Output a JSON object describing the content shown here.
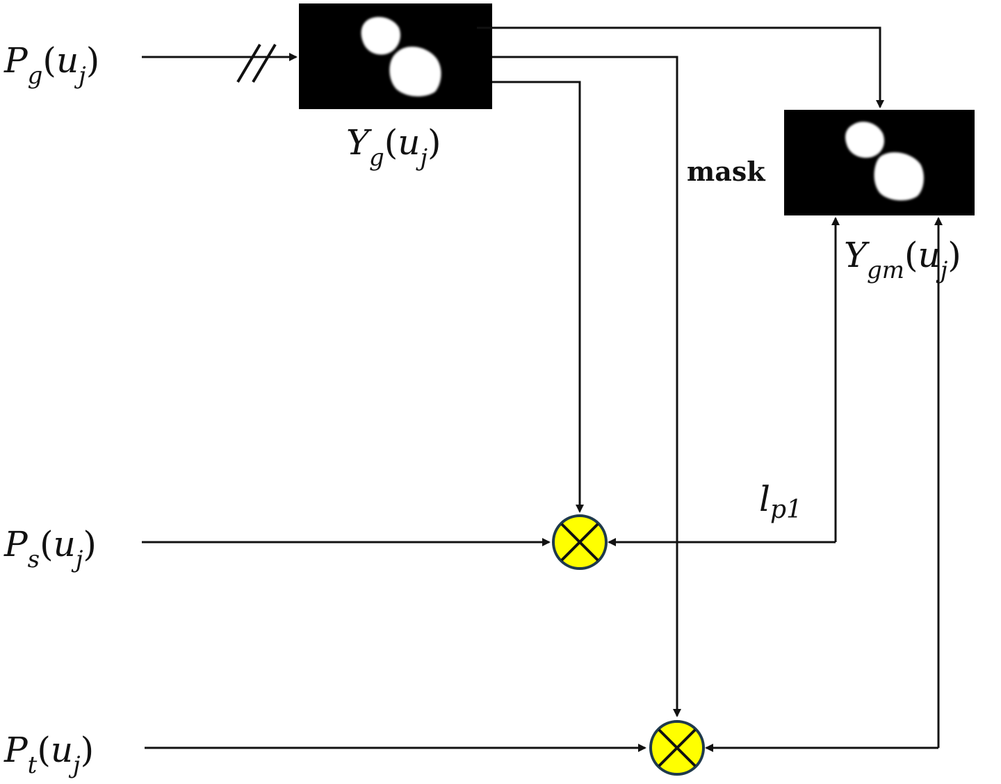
{
  "inputs": {
    "pg": {
      "main": "P",
      "sub": "g",
      "arg_open": "(",
      "arg_main": "u",
      "arg_sub": "j",
      "arg_close": ")"
    },
    "ps": {
      "main": "P",
      "sub": "s",
      "arg_open": "(",
      "arg_main": "u",
      "arg_sub": "j",
      "arg_close": ")"
    },
    "pt": {
      "main": "P",
      "sub": "t",
      "arg_open": "(",
      "arg_main": "u",
      "arg_sub": "j",
      "arg_close": ")"
    }
  },
  "blocks": {
    "yg": {
      "main": "Y",
      "sub": "g",
      "arg_open": "(",
      "arg_main": "u",
      "arg_sub": "j",
      "arg_close": ")"
    },
    "ygm": {
      "main": "Y",
      "sub": "gm",
      "arg_open": "(",
      "arg_main": "u",
      "arg_sub": "j",
      "arg_close": ")"
    },
    "mask_label": "mask"
  },
  "loss": {
    "main": "l",
    "sub": "p1"
  },
  "colors": {
    "block_fill": "#000000",
    "blob_fill": "#ffffff",
    "multiplier_fill": "#ffff00",
    "multiplier_stroke": "#1f3a4d",
    "wire": "#111111"
  },
  "icons": {
    "multiplier": "circled-times-icon",
    "break_marks": "double-slash-icon"
  }
}
